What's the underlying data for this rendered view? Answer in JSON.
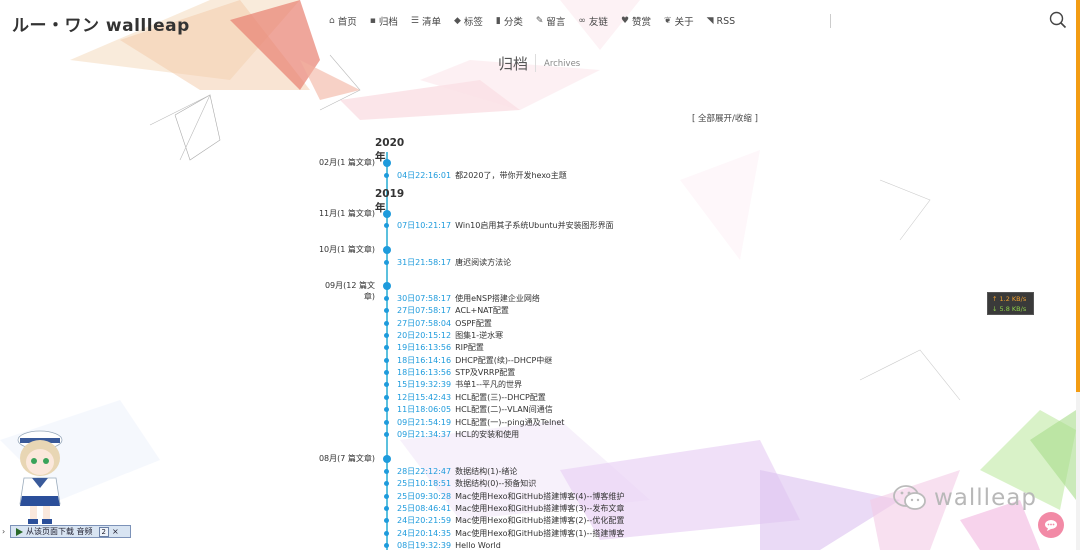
{
  "site": {
    "logo": "ルー・ワン wallleap"
  },
  "nav": [
    {
      "label": "首页",
      "icon": "home-icon",
      "glyph": "⌂"
    },
    {
      "label": "归档",
      "icon": "archive-icon",
      "glyph": "▪"
    },
    {
      "label": "清单",
      "icon": "list-icon",
      "glyph": "☰"
    },
    {
      "label": "标签",
      "icon": "tag-icon",
      "glyph": "◆"
    },
    {
      "label": "分类",
      "icon": "bookmark-icon",
      "glyph": "▮"
    },
    {
      "label": "留言",
      "icon": "edit-icon",
      "glyph": "✎"
    },
    {
      "label": "友链",
      "icon": "link-icon",
      "glyph": "∞"
    },
    {
      "label": "赞赏",
      "icon": "heart-icon",
      "glyph": "♥"
    },
    {
      "label": "关于",
      "icon": "leaf-icon",
      "glyph": "❦"
    },
    {
      "label": "RSS",
      "icon": "rss-icon",
      "glyph": "◥"
    }
  ],
  "page": {
    "title": "归档",
    "subtitle": "Archives",
    "toggle_all": "[ 全部展开/收缩 ]"
  },
  "years": [
    {
      "year": "2020年",
      "months": [
        {
          "label": "02月(1 篇文章)",
          "posts": [
            {
              "date": "04日22:16:01",
              "title": "都2020了，带你开发hexo主题"
            }
          ]
        }
      ]
    },
    {
      "year": "2019年",
      "months": [
        {
          "label": "11月(1 篇文章)",
          "posts": [
            {
              "date": "07日10:21:17",
              "title": "Win10启用其子系统Ubuntu并安装图形界面"
            }
          ]
        },
        {
          "label": "10月(1 篇文章)",
          "posts": [
            {
              "date": "31日21:58:17",
              "title": "唐迟阅读方法论"
            }
          ]
        },
        {
          "label": "09月(12 篇文章)",
          "posts": [
            {
              "date": "30日07:58:17",
              "title": "使用eNSP搭建企业网络"
            },
            {
              "date": "27日07:58:17",
              "title": "ACL+NAT配置"
            },
            {
              "date": "27日07:58:04",
              "title": "OSPF配置"
            },
            {
              "date": "20日20:15:12",
              "title": "图集1-逆水寒"
            },
            {
              "date": "19日16:13:56",
              "title": "RIP配置"
            },
            {
              "date": "18日16:14:16",
              "title": "DHCP配置(续)--DHCP中继"
            },
            {
              "date": "18日16:13:56",
              "title": "STP及VRRP配置"
            },
            {
              "date": "15日19:32:39",
              "title": "书单1--平凡的世界"
            },
            {
              "date": "12日15:42:43",
              "title": "HCL配置(三)--DHCP配置"
            },
            {
              "date": "11日18:06:05",
              "title": "HCL配置(二)--VLAN间通信"
            },
            {
              "date": "09日21:54:19",
              "title": "HCL配置(一)--ping通及Telnet"
            },
            {
              "date": "09日21:34:37",
              "title": "HCL的安装和使用"
            }
          ]
        },
        {
          "label": "08月(7 篇文章)",
          "posts": [
            {
              "date": "28日22:12:47",
              "title": "数据结构(1)-绪论"
            },
            {
              "date": "25日10:18:51",
              "title": "数据结构(0)--预备知识"
            },
            {
              "date": "25日09:30:28",
              "title": "Mac使用Hexo和GitHub搭建博客(4)--博客维护"
            },
            {
              "date": "25日08:46:41",
              "title": "Mac使用Hexo和GitHub搭建博客(3)--发布文章"
            },
            {
              "date": "24日20:21:59",
              "title": "Mac使用Hexo和GitHub搭建博客(2)--优化配置"
            },
            {
              "date": "24日20:14:35",
              "title": "Mac使用Hexo和GitHub搭建博客(1)--搭建博客"
            },
            {
              "date": "08日19:32:39",
              "title": "Hello World"
            }
          ]
        }
      ]
    }
  ],
  "netspeed": {
    "up": "↑ 1.2 KB/s",
    "down": "↓ 5.8 KB/s"
  },
  "download_bar": {
    "label": "从该页面下载 音频",
    "count": "2",
    "close": "×"
  },
  "side_arrow": "›",
  "watermark": {
    "text": "wallleap"
  },
  "colors": {
    "accent": "#1e9bdc",
    "timeline": "#5bc0de",
    "scrollbar": "#f39c12",
    "chat": "#f28aa6"
  }
}
